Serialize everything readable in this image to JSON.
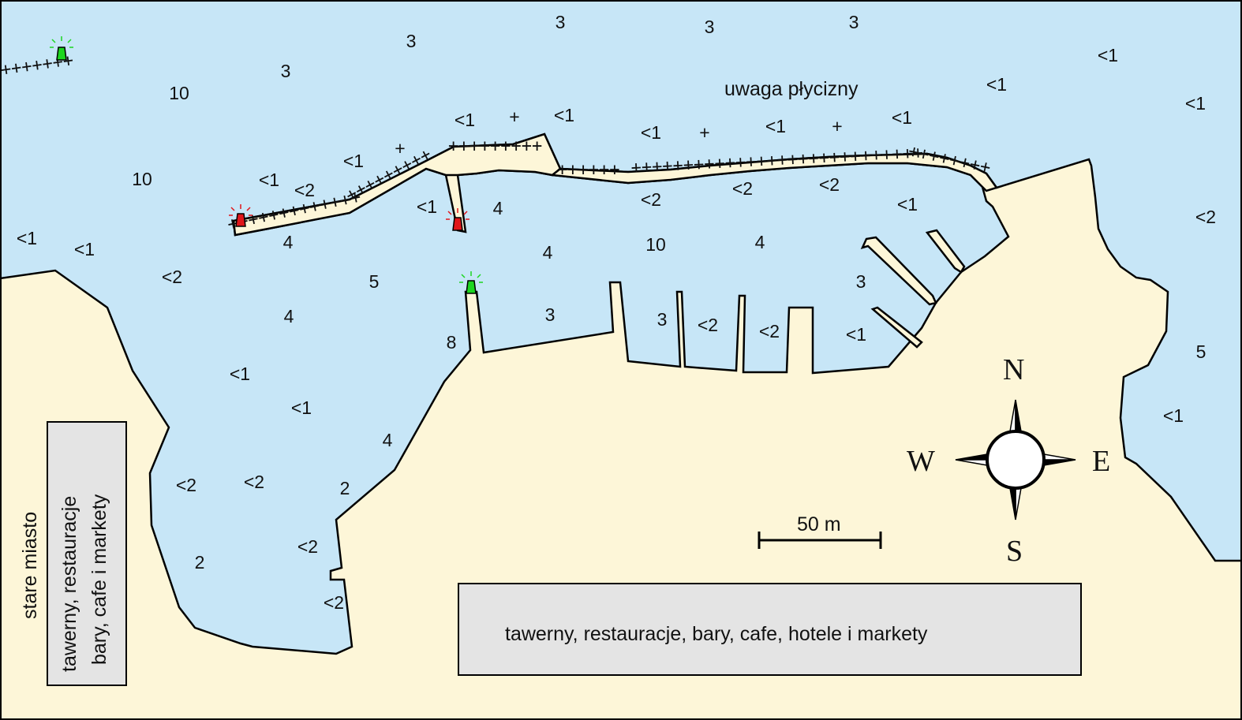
{
  "map": {
    "warning_text": "uwaga płycizny",
    "scale_label": "50 m",
    "compass": {
      "n": "N",
      "s": "S",
      "e": "E",
      "w": "W"
    },
    "info_left": {
      "line1": "stare miasto",
      "line2": "tawerny, restauracje",
      "line3": "bary, cafe i markety"
    },
    "info_bottom": "tawerny, restauracje, bary, cafe, hotele i markety",
    "colors": {
      "water": "#c7e6f7",
      "land": "#fdf6d8",
      "box": "#e4e4e4",
      "light_green": "#1dd620",
      "light_red": "#e0161a"
    },
    "depths": [
      "3",
      "3",
      "3",
      "3",
      "<1",
      "3",
      "10",
      "<1",
      "<1",
      "uwaga",
      "<1",
      "+",
      "<1",
      "<1",
      "+",
      "<1",
      "+",
      "<1",
      "10",
      "<1",
      "+",
      "<1",
      "<2",
      "<2",
      "<2",
      "<2",
      "<1",
      "<1",
      "<1",
      "<1",
      "<2",
      "4",
      "4",
      "4",
      "10",
      "4",
      "<2",
      "5",
      "3",
      "4",
      "3",
      "3",
      "<2",
      "<2",
      "<1",
      "8",
      "5",
      "<1",
      "<1",
      "4",
      "<1",
      "<2",
      "2",
      "<2",
      "<2",
      "2",
      "<2"
    ]
  }
}
